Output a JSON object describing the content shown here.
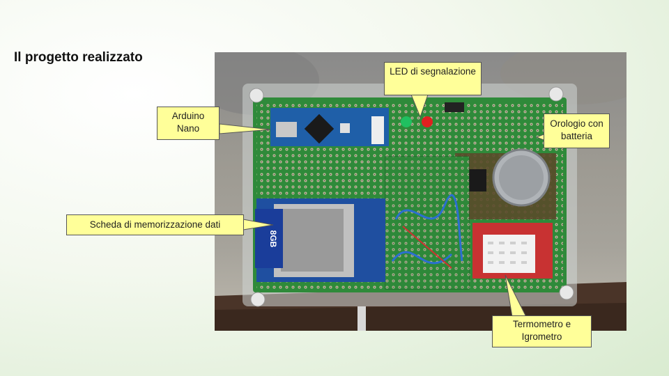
{
  "slide": {
    "title": "Il progetto realizzato"
  },
  "photo": {
    "sd_card_label": "8GB"
  },
  "callouts": {
    "led": "LED di segnalazione",
    "arduino": "Arduino Nano",
    "clock": "Orologio con batteria",
    "sd": "Scheda di memorizzazione dati",
    "thermo": "Termometro e Igrometro"
  }
}
